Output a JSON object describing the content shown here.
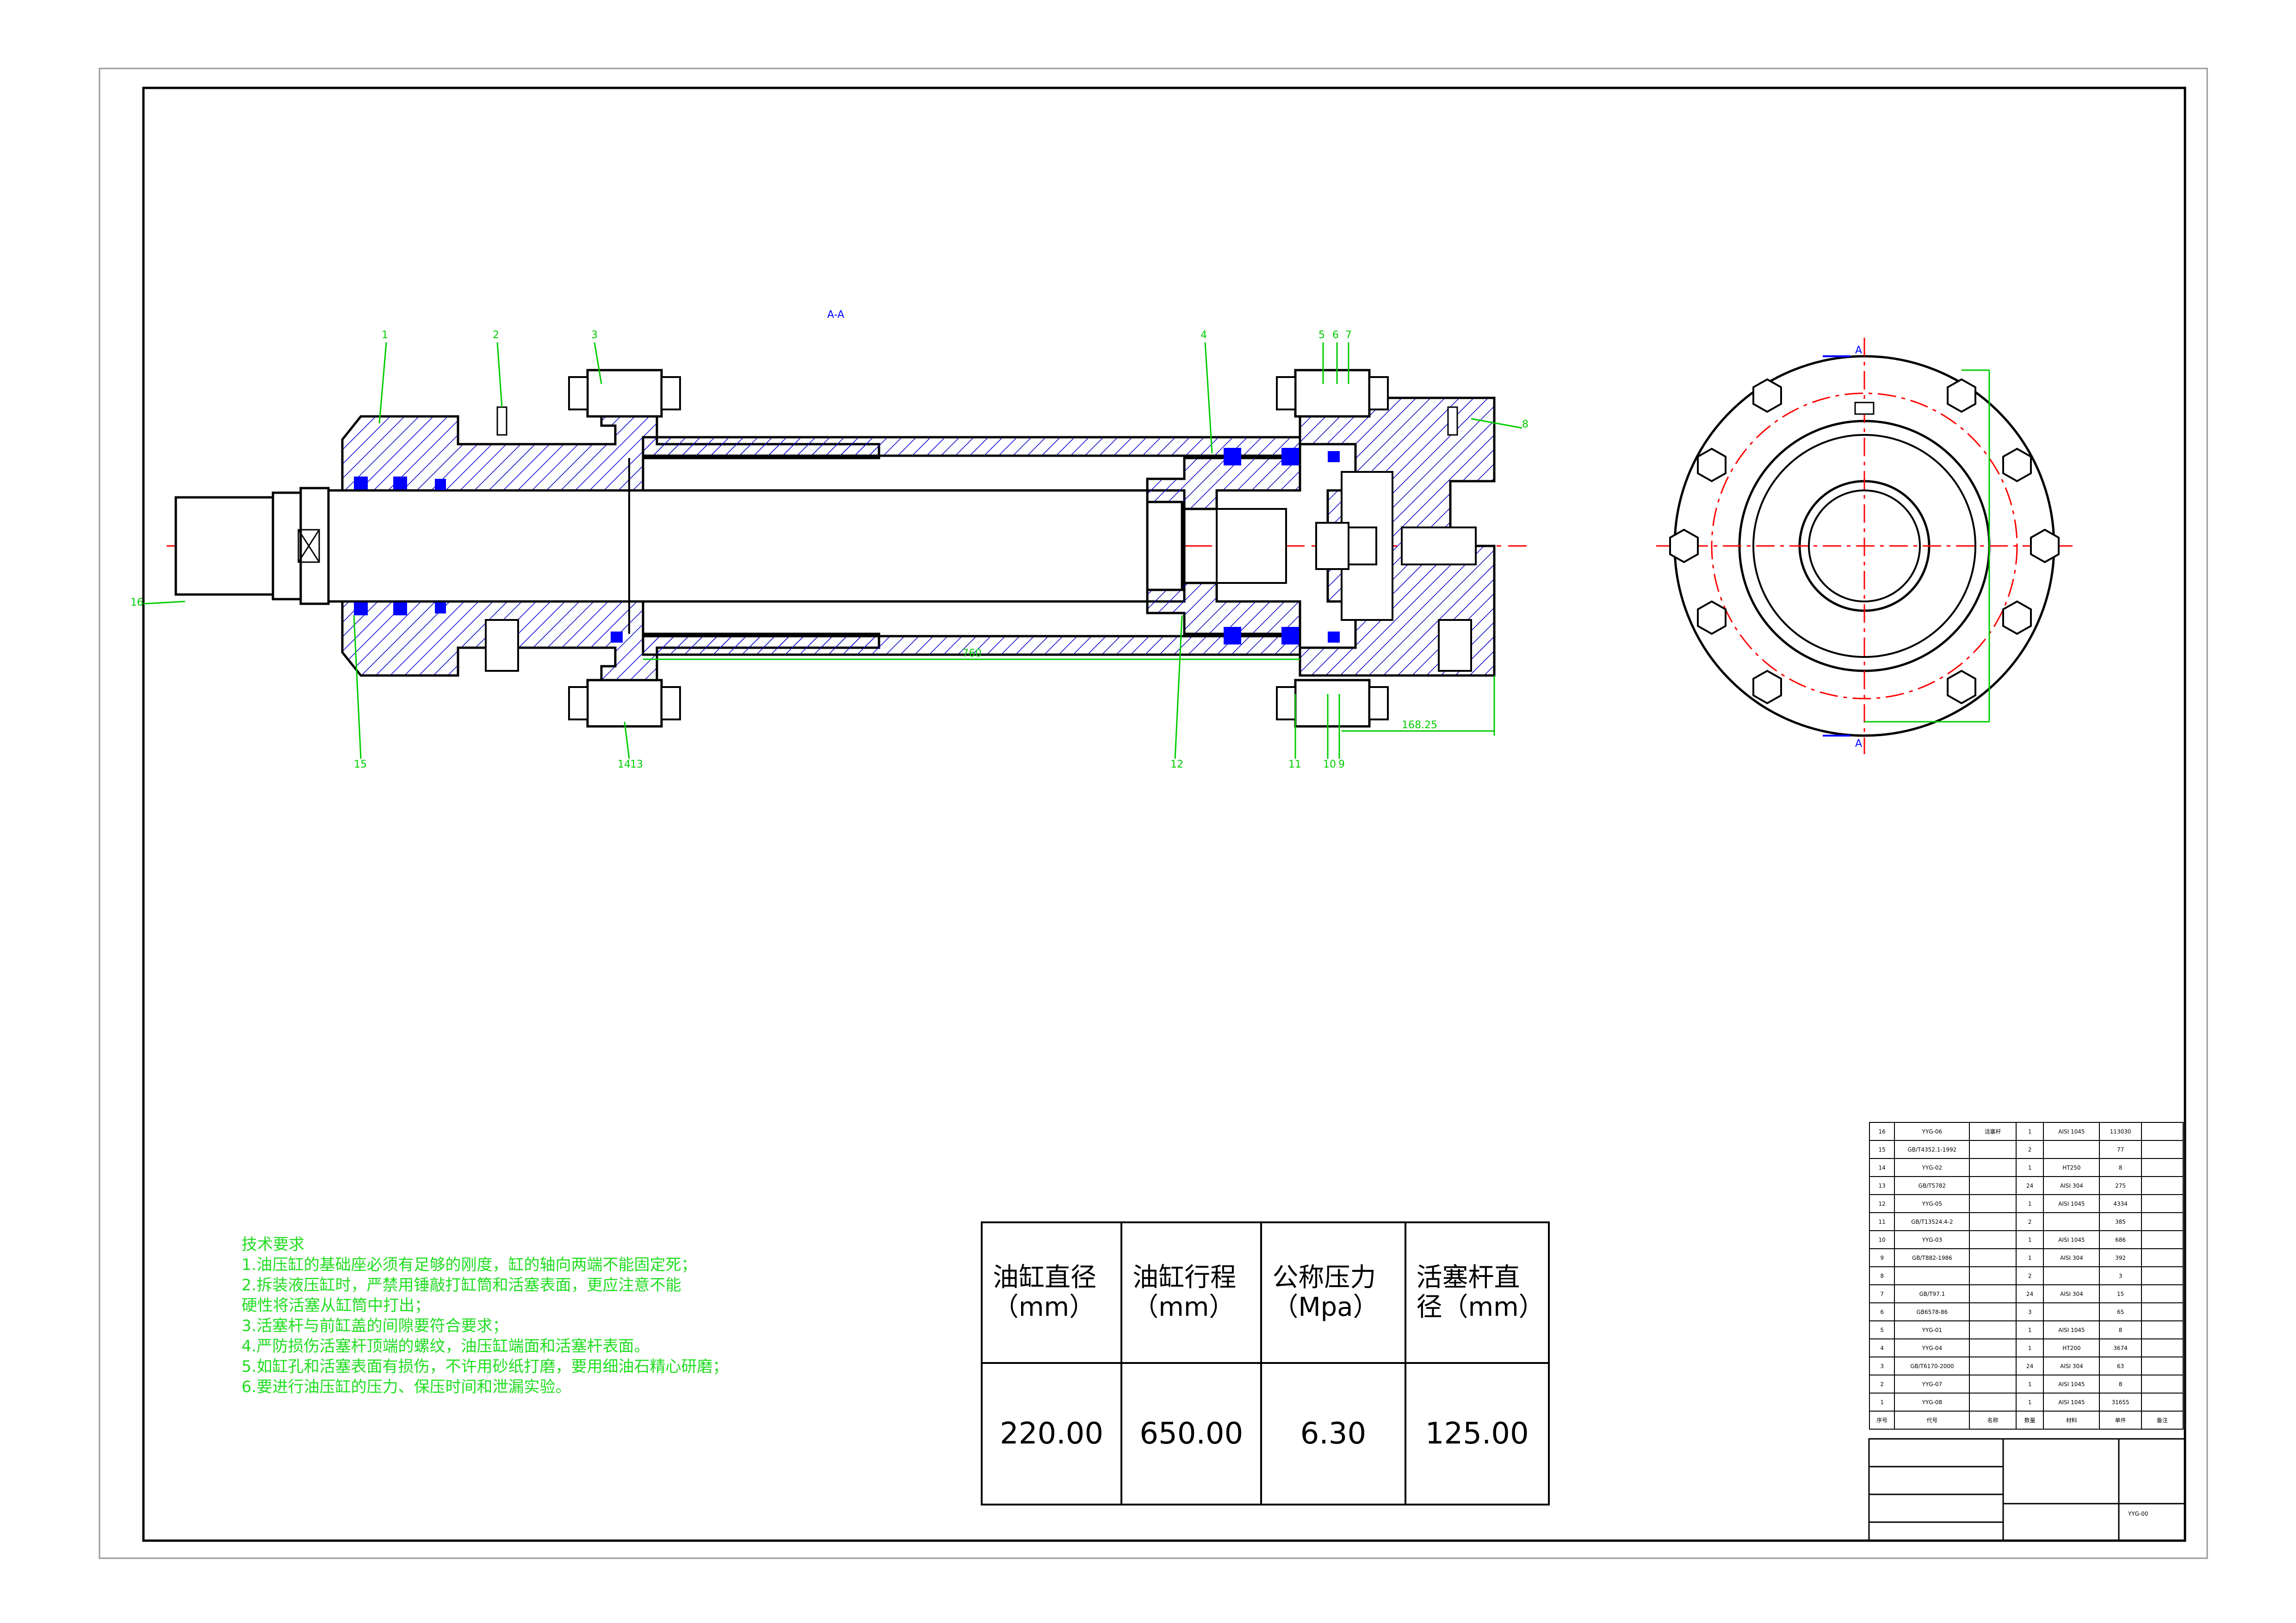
{
  "section_view_label": "A-A",
  "section_markers": {
    "top": "A",
    "bottom": "A"
  },
  "balloons": [
    "1",
    "2",
    "3",
    "4",
    "5",
    "6",
    "7",
    "8",
    "16",
    "15",
    "14",
    "13",
    "12",
    "11",
    "10",
    "9"
  ],
  "dimensions": {
    "main_length": "760",
    "right_offset": "168.25"
  },
  "parameters": [
    {
      "header": "油缸直径（mm）",
      "value": "220.00"
    },
    {
      "header": "油缸行程（mm）",
      "value": "650.00"
    },
    {
      "header": "公称压力（Mpa）",
      "value": "6.30"
    },
    {
      "header": "活塞杆直径（mm）",
      "value": "125.00"
    }
  ],
  "tech_requirements": {
    "title": "技术要求",
    "items": [
      "1.油压缸的基础座必须有足够的刚度，缸的轴向两端不能固定死；",
      "2.拆装液压缸时，严禁用锤敲打缸筒和活塞表面，更应注意不能",
      "硬性将活塞从缸筒中打出；",
      "3.活塞杆与前缸盖的间隙要符合要求；",
      "4.严防损伤活塞杆顶端的螺纹，油压缸端面和活塞杆表面。",
      "5.如缸孔和活塞表面有损伤，不许用砂纸打磨，要用细油石精心研磨；",
      "6.要进行油压缸的压力、保压时间和泄漏实验。"
    ]
  },
  "bom": {
    "rows": [
      [
        "16",
        "YYG-06",
        "活塞杆",
        "1",
        "AISI 1045",
        "113030"
      ],
      [
        "15",
        "GB/T4352.1-1992",
        "",
        "2",
        "",
        "77"
      ],
      [
        "14",
        "YYG-02",
        "",
        "1",
        "HT250",
        "8"
      ],
      [
        "13",
        "GB/T5782",
        "",
        "24",
        "AISI 304",
        "275"
      ],
      [
        "12",
        "YYG-05",
        "",
        "1",
        "AISI 1045",
        "4334"
      ],
      [
        "11",
        "GB/T13524.4-2",
        "",
        "2",
        "",
        "385"
      ],
      [
        "10",
        "YYG-03",
        "",
        "1",
        "AISI 1045",
        "686"
      ],
      [
        "9",
        "GB/T882-1986",
        "",
        "1",
        "AISI 304",
        "392"
      ],
      [
        "8",
        "",
        "",
        "2",
        "",
        "3"
      ],
      [
        "7",
        "GB/T97.1",
        "",
        "24",
        "AISI 304",
        "15"
      ],
      [
        "6",
        "GB6578-86",
        "",
        "3",
        "",
        "65"
      ],
      [
        "5",
        "YYG-01",
        "",
        "1",
        "AISI 1045",
        "8"
      ],
      [
        "4",
        "YYG-04",
        "",
        "1",
        "HT200",
        "3674"
      ],
      [
        "3",
        "GB/T6170-2000",
        "",
        "24",
        "AISI 304",
        "63"
      ],
      [
        "2",
        "YYG-07",
        "",
        "1",
        "AISI 1045",
        "8"
      ],
      [
        "1",
        "YYG-08",
        "",
        "1",
        "AISI 1045",
        "31655"
      ]
    ],
    "footer_labels": [
      "序号",
      "代号",
      "名称",
      "数量",
      "材料",
      "单件",
      "备注"
    ]
  },
  "title_block": {
    "drawing_no": "YYG-00"
  },
  "colors": {
    "outline": "#000000",
    "hatch": "#0000cc",
    "dimension": "#00cc00",
    "centerline": "#ff0000",
    "seal": "#0000ff"
  }
}
